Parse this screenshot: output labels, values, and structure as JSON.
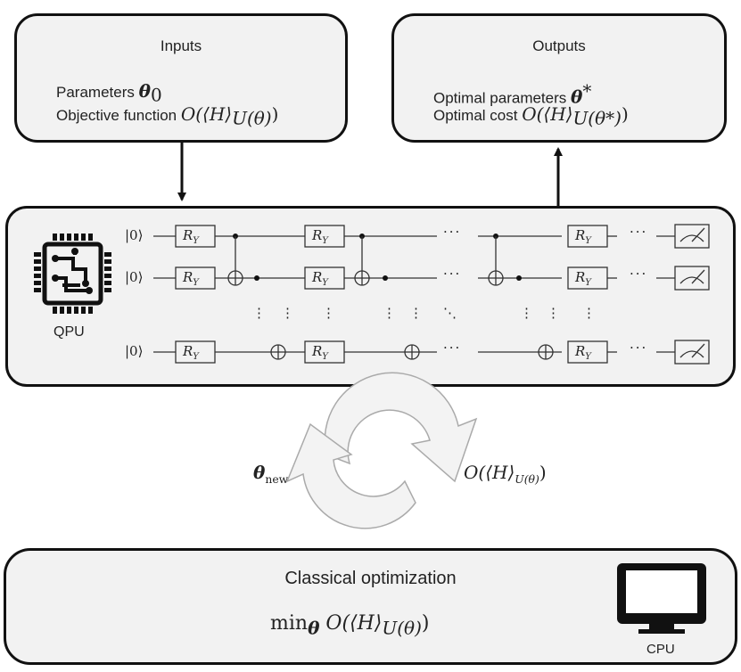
{
  "inputs": {
    "title": "Inputs",
    "param_text": "Parameters ",
    "param_symbol": "θ",
    "param_sub": "0",
    "obj_text": "Objective function "
  },
  "outputs": {
    "title": "Outputs",
    "param_text": "Optimal parameters ",
    "param_symbol": "θ",
    "param_sup": "*",
    "cost_text": "Optimal cost "
  },
  "qpu": {
    "label": "QPU",
    "ket": "|0⟩",
    "gate_label": "R",
    "gate_sub": "Y",
    "dots_h": "···",
    "dots_v": "⋮",
    "dots_d": "⋱"
  },
  "loop": {
    "theta_symbol": "θ",
    "theta_sub": "new",
    "cost_func": "O(⟨H⟩",
    "cost_sub": "U(θ)",
    "cost_close": ")"
  },
  "classical": {
    "title": "Classical optimization",
    "min": "min",
    "min_sub": "θ",
    "expr": " O(⟨H⟩",
    "expr_sub": "U(θ)",
    "expr_close": ")",
    "cpu_label": "CPU"
  },
  "math": {
    "objective": "O(⟨H⟩",
    "objective_sub": "U(θ)",
    "objective_close": ")",
    "opt_cost": "O(⟨H⟩",
    "opt_cost_sub": "U(θ*)",
    "opt_cost_close": ")"
  }
}
